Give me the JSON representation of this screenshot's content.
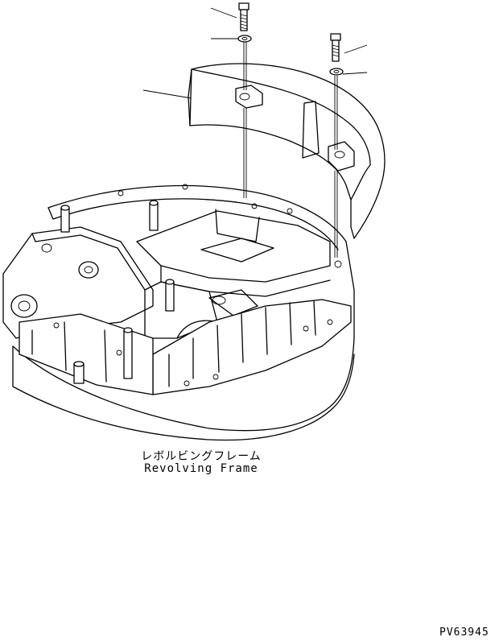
{
  "caption": {
    "japanese": "レボルビングフレーム",
    "english": "Revolving Frame"
  },
  "figure_number": "PV63945",
  "parts": {
    "bolt_icon": "bolt",
    "washer_icon": "washer",
    "counterweight_icon": "counterweight",
    "frame_icon": "revolving-frame"
  }
}
